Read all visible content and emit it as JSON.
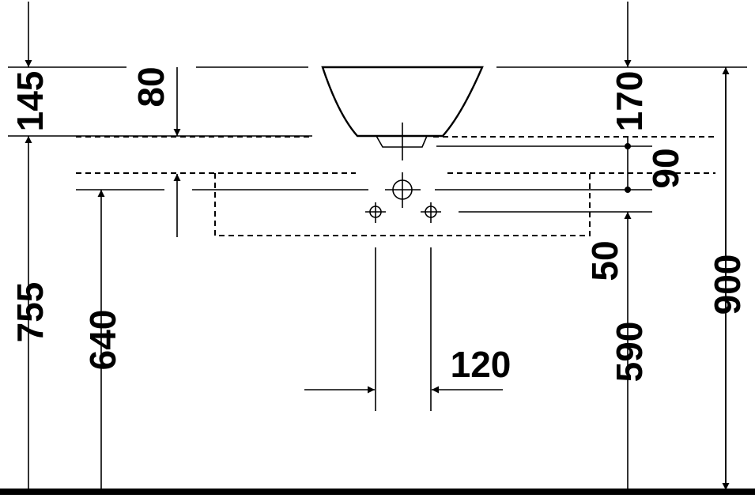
{
  "dimensions": {
    "d145": "145",
    "d80": "80",
    "d170": "170",
    "d90": "90",
    "d50": "50",
    "d755": "755",
    "d640": "640",
    "d590": "590",
    "d900": "900",
    "d120": "120"
  }
}
